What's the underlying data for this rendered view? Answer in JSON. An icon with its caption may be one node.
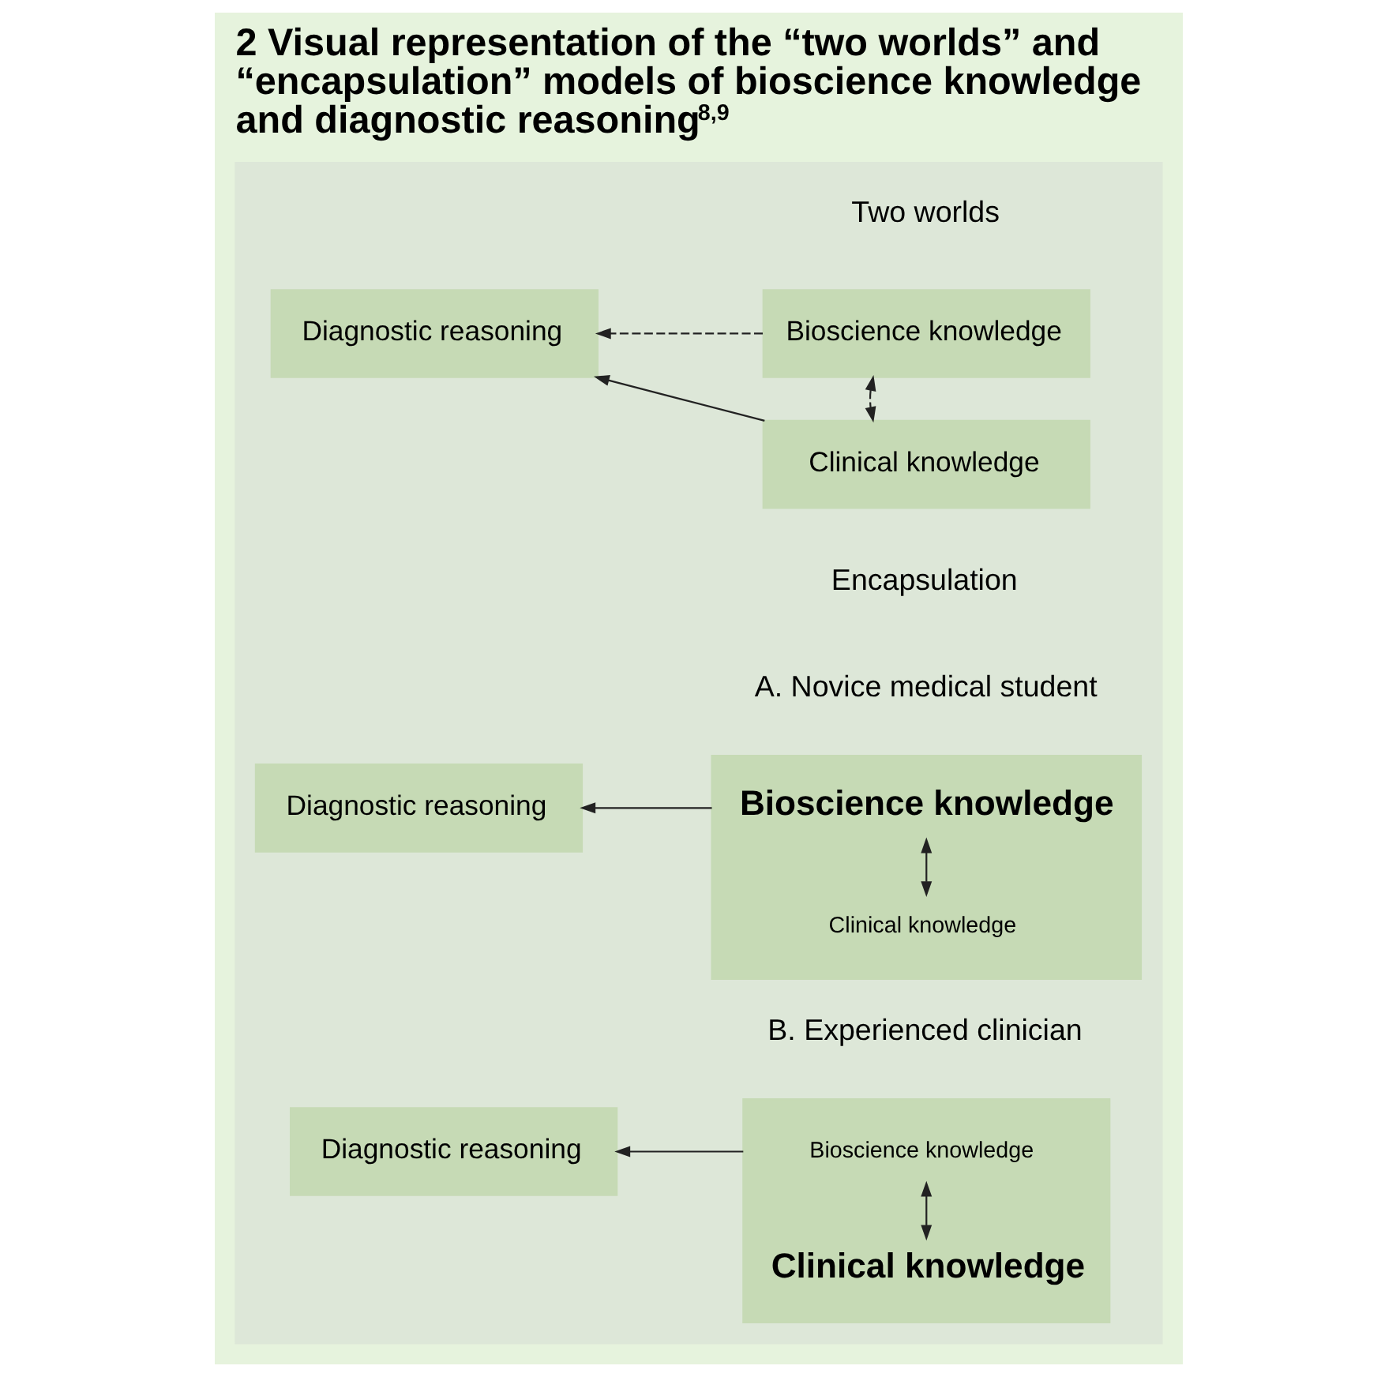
{
  "diagram": {
    "title": "2 Visual representation of the “two worlds” and “encapsulation” models of bioscience knowledge and diagnostic reasoning$^{8,9}$",
    "nodes": [
      {
        "text": [],
        "shape": "box"
      },
      {
        "text": [
          "Bioscience knowledge"
        ],
        "in": 0
      },
      {
        "text": [
          "Clinical knowledge"
        ],
        "in": 0
      },
      {
        "text": [
          "Diagnostic reasoning"
        ],
        "in": 0
      },
      {
        "text": [],
        "shape": "box",
        "in": 0
      },
      {
        "text": [
          "Bioscience knowledge"
        ],
        "in": 4
      },
      {
        "text": [
          "Clinical knowledge"
        ],
        "in": 4
      },
      {
        "text": [
          "Diagnostic reasoning"
        ],
        "in": 0
      },
      {
        "text": [],
        "shape": "box",
        "in": 0
      },
      {
        "text": [
          "Bioscience knowledge"
        ],
        "in": 8
      },
      {
        "text": [
          "Clinical knowledge"
        ],
        "in": 8
      },
      {
        "text": [
          "Diagnostic reasoning"
        ],
        "in": 0
      }
    ],
    "edges": [
      {
        "from": 1,
        "to": 3,
        "arrow": "to",
        "style": "dashed"
      },
      {
        "from": 1,
        "to": 2,
        "arrow": "both",
        "style": "dashed"
      },
      {
        "from": 2,
        "to": 3,
        "arrow": "to"
      },
      {
        "from": 5,
        "to": 6,
        "arrow": "both"
      },
      {
        "from": 4,
        "to": 7,
        "arrow": "to"
      },
      {
        "from": 9,
        "to": 10,
        "arrow": "both"
      },
      {
        "from": 8,
        "to": 11,
        "arrow": "to"
      }
    ],
    "labels": [
      "Two worlds",
      "Encapsulation",
      "A. Novice medical student",
      "B. Experienced clinician"
    ]
  }
}
